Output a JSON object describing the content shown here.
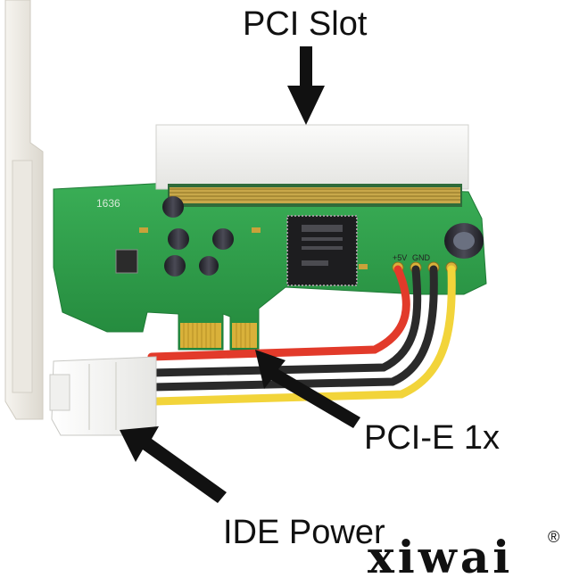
{
  "labels": {
    "pci_slot": "PCI Slot",
    "pcie": "PCI-E 1x",
    "ide_power": "IDE Power"
  },
  "brand": {
    "name": "xiwai",
    "registered_mark": "®"
  },
  "board": {
    "silkscreen": "1636",
    "power_pins": [
      "+5V",
      "GND"
    ]
  },
  "colors": {
    "pcb_green": "#2e9e4a",
    "gold_contacts": "#d9b13a",
    "bracket": "#ece9e2",
    "wire_red": "#e23a2a",
    "wire_black": "#2a2a2a",
    "wire_yellow": "#f2d43a",
    "connector_white": "#f7f7f5",
    "arrow": "#111111"
  }
}
